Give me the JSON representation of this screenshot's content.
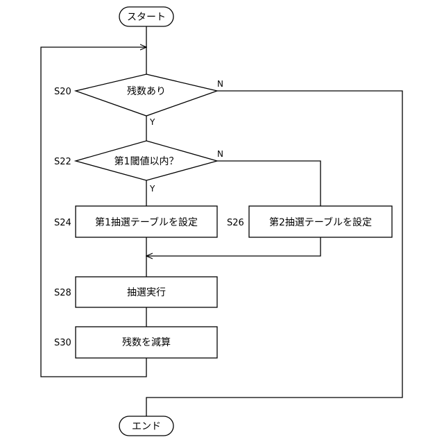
{
  "flowchart": {
    "start": "スタート",
    "end": "エンド",
    "s20": {
      "step": "S20",
      "text": "残数あり",
      "yes": "Y",
      "no": "N"
    },
    "s22": {
      "step": "S22",
      "text": "第1閾値以内？",
      "yes": "Y",
      "no": "N"
    },
    "s24": {
      "step": "S24",
      "text": "第1抽選テーブルを設定"
    },
    "s26": {
      "step": "S26",
      "text": "第2抽選テーブルを設定"
    },
    "s28": {
      "step": "S28",
      "text": "抽選実行"
    },
    "s30": {
      "step": "S30",
      "text": "残数を減算"
    }
  }
}
